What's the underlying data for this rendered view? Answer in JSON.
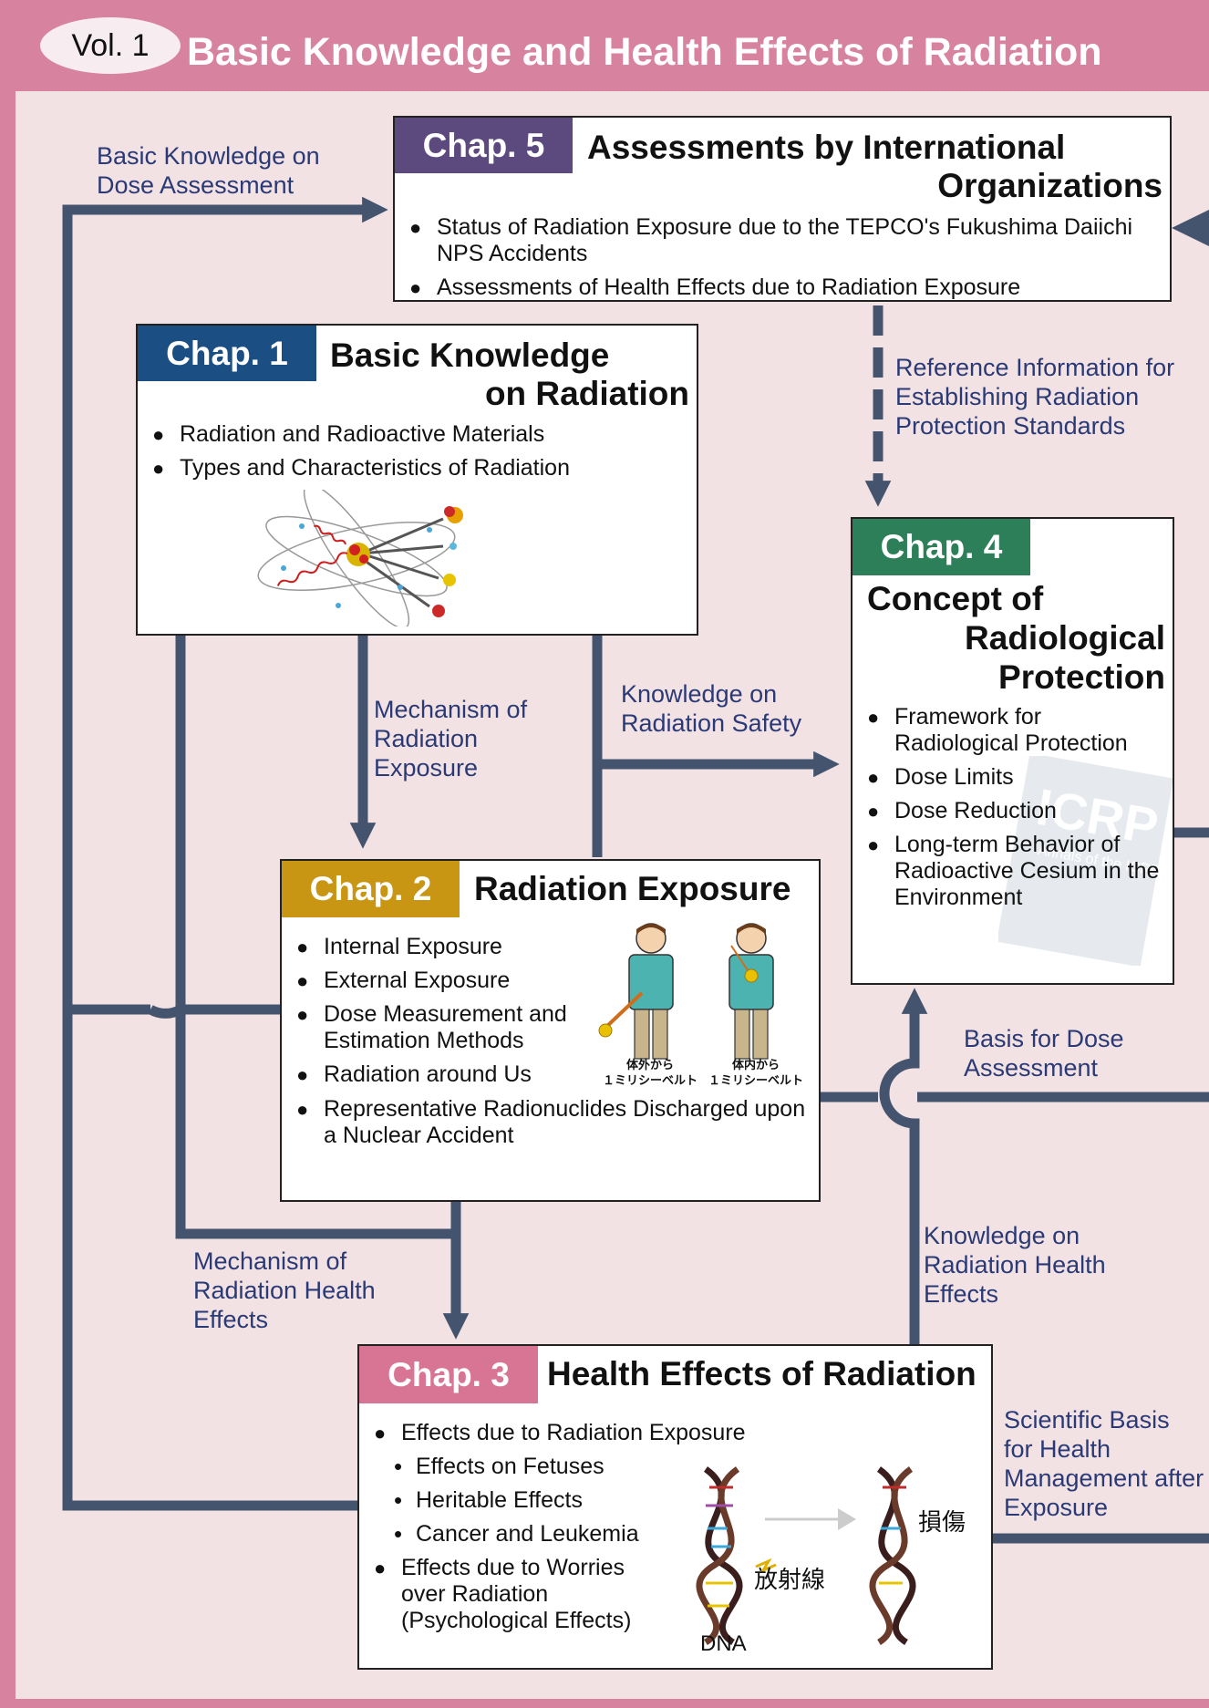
{
  "header": {
    "vol_label": "Vol. 1",
    "title": "Basic Knowledge and Health Effects of Radiation",
    "band_color": "#d783a0",
    "panel_color": "#f3e2e3",
    "connector_color": "#44546e"
  },
  "chap5": {
    "tag": "Chap. 5",
    "tag_color": "#5c4a7f",
    "title_line1": "Assessments by International",
    "title_line2": "Organizations",
    "bullets": [
      "Status of Radiation Exposure due to the TEPCO's Fukushima Daiichi NPS Accidents",
      "Assessments of Health Effects due to Radiation Exposure"
    ]
  },
  "chap1": {
    "tag": "Chap. 1",
    "tag_color": "#1b4f83",
    "title_line1": "Basic Knowledge",
    "title_line2": "on Radiation",
    "bullets": [
      "Radiation and Radioactive Materials",
      "Types and Characteristics of Radiation"
    ],
    "illustration": "atom-radiation-icon"
  },
  "chap4": {
    "tag": "Chap. 4",
    "tag_color": "#2c7f59",
    "title_line1": "Concept of",
    "title_line2": "Radiological",
    "title_line3": "Protection",
    "bullets": [
      "Framework for Radiological Protection",
      "Dose Limits",
      "Dose Reduction",
      "Long-term Behavior of Radioactive Cesium in the Environment"
    ],
    "watermark_logo": "ICRP",
    "watermark_sub": "Annals of the ICRP"
  },
  "chap2": {
    "tag": "Chap. 2",
    "tag_color": "#c99613",
    "title": "Radiation Exposure",
    "bullets": [
      "Internal Exposure",
      "External Exposure",
      "Dose Measurement and Estimation Methods",
      "Radiation around Us",
      "Representative Radionuclides Discharged upon a Nuclear Accident"
    ],
    "figure_caption_left_1": "体外から",
    "figure_caption_left_2": "１ミリシーベルト",
    "figure_caption_right_1": "体内から",
    "figure_caption_right_2": "１ミリシーベルト"
  },
  "chap3": {
    "tag": "Chap. 3",
    "tag_color": "#d97594",
    "title": "Health Effects of Radiation",
    "bullets": [
      {
        "text": "Effects due to Radiation Exposure",
        "level": 1
      },
      {
        "text": "Effects on Fetuses",
        "level": 2
      },
      {
        "text": "Heritable Effects",
        "level": 2
      },
      {
        "text": "Cancer and Leukemia",
        "level": 2
      },
      {
        "text": "Effects due to Worries over Radiation (Psychological Effects)",
        "level": 1
      }
    ],
    "dna_label": "DNA",
    "radiation_label": "放射線",
    "damage_label": "損傷"
  },
  "labels": {
    "basic_dose_assessment": "Basic Knowledge on Dose Assessment",
    "reference_info": "Reference Information for Establishing Radiation Protection Standards",
    "mechanism_exposure": "Mechanism of Radiation Exposure",
    "radiation_safety": "Knowledge on Radiation Safety",
    "basis_dose": "Basis for Dose Assessment",
    "mechanism_health": "Mechanism of Radiation Health Effects",
    "knowledge_health": "Knowledge on Radiation Health Effects",
    "scientific_basis": "Scientific Basis for Health Management after Exposure"
  }
}
